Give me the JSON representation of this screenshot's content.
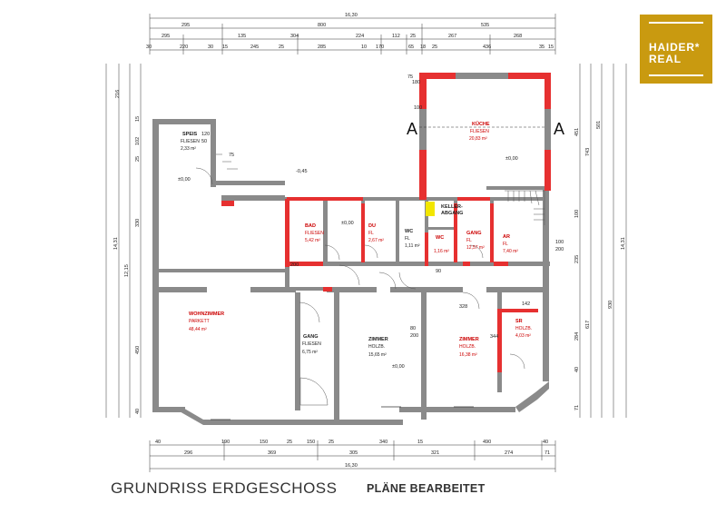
{
  "title": "GRUNDRISS ERDGESCHOSS",
  "subtitle": "PLÄNE BEARBEITET",
  "logo": {
    "line1": "HAIDER*",
    "line2": "REAL",
    "color": "#c99a10"
  },
  "section_marker": "A",
  "rooms": {
    "speis": {
      "name": "SPEIS",
      "floor": "FLIESEN",
      "area": "2,33 m²"
    },
    "kueche": {
      "name": "KÜCHE",
      "floor": "FLIESEN",
      "area": "20,83 m²"
    },
    "bad": {
      "name": "BAD",
      "floor": "FLIESEN",
      "area": "5,42 m²"
    },
    "du": {
      "name": "DU",
      "floor": "FL",
      "area": "2,67 m²"
    },
    "wc1": {
      "name": "WC",
      "floor": "FL",
      "area": "1,11 m²"
    },
    "wc2": {
      "name": "WC",
      "area": "1,16 m²"
    },
    "gang_top": {
      "name": "GANG",
      "floor": "FL",
      "area": "12,57 m²"
    },
    "ar": {
      "name": "AR",
      "floor": "FL",
      "area": "7,40 m²"
    },
    "kellerabgang": {
      "line1": "KELLER-",
      "line2": "ABGANG"
    },
    "wohnzimmer": {
      "name": "WOHNZIMMER",
      "floor": "PARKETT",
      "area": "48,44 m²"
    },
    "gang": {
      "name": "GANG",
      "floor": "FLIESEN",
      "area": "6,75 m²"
    },
    "zimmer1": {
      "name": "ZIMMER",
      "floor": "HOLZB.",
      "area": "15,65 m²"
    },
    "zimmer2": {
      "name": "ZIMMER",
      "floor": "HOLZB.",
      "area": "16,38 m²"
    },
    "sr": {
      "name": "SR",
      "floor": "HOLZB.",
      "area": "4,03 m²"
    }
  },
  "levels": {
    "zero": "±0,00",
    "minus": "-0,45"
  },
  "dims_top": {
    "row1": [
      "16,30"
    ],
    "row2": [
      "295",
      "800",
      "535"
    ],
    "row3": [
      "295",
      "135",
      "304",
      "224",
      "112",
      "25",
      "267",
      "268"
    ],
    "row4": [
      "30",
      "220",
      "30",
      "15",
      "245",
      "25",
      "285",
      "10",
      "170",
      "65",
      "18",
      "25",
      "436",
      "35",
      "15"
    ]
  },
  "dims_bottom": {
    "row1": [
      "40",
      "190",
      "150",
      "25",
      "150",
      "25",
      "340",
      "15",
      "490",
      "40"
    ],
    "row2": [
      "296",
      "369",
      "305",
      "321",
      "274",
      "71"
    ],
    "row3": [
      "16,30"
    ]
  },
  "dims_left": [
    "216",
    "15",
    "102",
    "25",
    "330",
    "12,15",
    "14,31",
    "450",
    "40"
  ],
  "dims_right": [
    "451",
    "743",
    "501",
    "14,31",
    "100",
    "235",
    "617",
    "930",
    "284",
    "40",
    "71"
  ],
  "misc": [
    "120",
    "50",
    "75",
    "180",
    "100",
    "75",
    "200",
    "90",
    "80",
    "200",
    "344",
    "328",
    "142",
    "100",
    "200"
  ]
}
